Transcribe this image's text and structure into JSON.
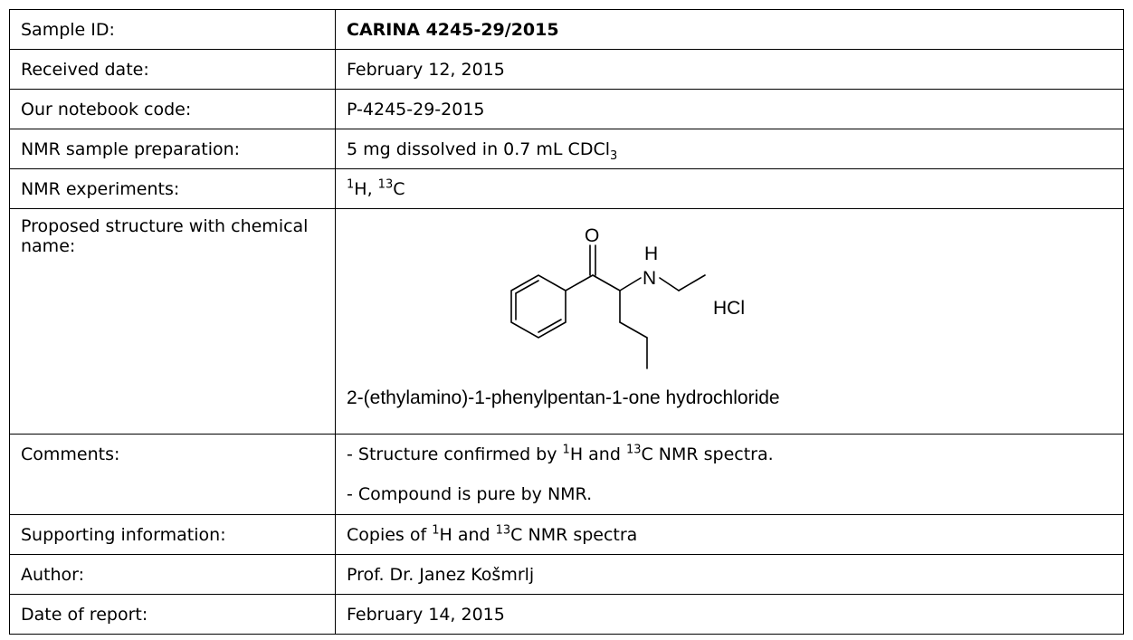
{
  "rows": {
    "sample_id": {
      "label": "Sample ID:",
      "value": "CARINA 4245-29/2015"
    },
    "received_date": {
      "label": "Received date:",
      "value": "February 12, 2015"
    },
    "notebook_code": {
      "label": "Our notebook code:",
      "value": "P-4245-29-2015"
    },
    "nmr_prep": {
      "label": "NMR sample preparation:",
      "value_text": "5 mg dissolved in 0.7 mL CDCl",
      "value_subscript": "3"
    },
    "nmr_experiments": {
      "label": "NMR experiments:",
      "iso1_mass": "1",
      "iso1_symbol": "H",
      "separator": ", ",
      "iso2_mass": "13",
      "iso2_symbol": "C"
    },
    "structure": {
      "label": "Proposed structure with chemical name:",
      "atom_o": "O",
      "atom_h": "H",
      "atom_n": "N",
      "salt": "HCl",
      "chemical_name": "2-(ethylamino)-1-phenylpentan-1-one hydrochloride"
    },
    "comments": {
      "label": "Comments:",
      "line1_pre": "- Structure confirmed by ",
      "line1_sup1": "1",
      "line1_mid": "H and ",
      "line1_sup2": "13",
      "line1_post": "C NMR spectra.",
      "line2": "- Compound is pure by NMR."
    },
    "supporting_info": {
      "label": "Supporting information:",
      "pre": "Copies of ",
      "sup1": "1",
      "mid": "H and ",
      "sup2": "13",
      "post": "C NMR spectra"
    },
    "author": {
      "label": "Author:",
      "value": "Prof. Dr. Janez Košmrlj"
    },
    "report_date": {
      "label": "Date of report:",
      "value": "February 14, 2015"
    }
  }
}
